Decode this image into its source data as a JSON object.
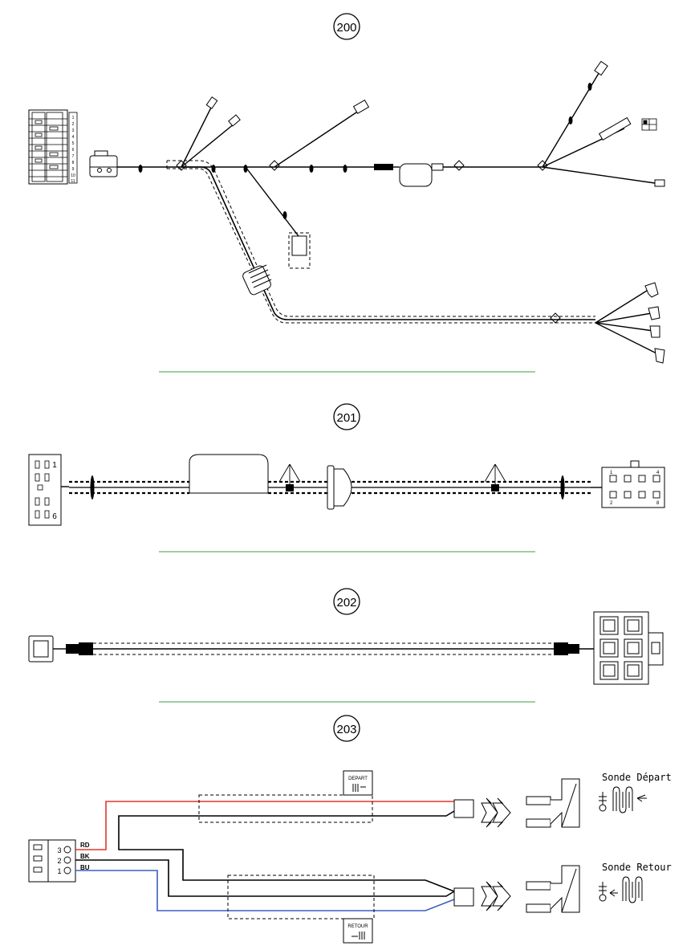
{
  "sections": [
    {
      "number": "200"
    },
    {
      "number": "201"
    },
    {
      "number": "202"
    },
    {
      "number": "203"
    }
  ],
  "connector_200": {
    "pins": [
      "1",
      "2",
      "3",
      "4",
      "5",
      "6",
      "7",
      "8",
      "9",
      "10",
      "11"
    ]
  },
  "connector_201_left": {
    "pin_top": "1",
    "pin_bottom": "6"
  },
  "connector_201_right": {
    "pin_tl": "1",
    "pin_tr": "4",
    "pin_bl": "2",
    "pin_br": "8"
  },
  "diagram_203": {
    "pins": [
      {
        "num": "3",
        "wire": "RD"
      },
      {
        "num": "2",
        "wire": "BK"
      },
      {
        "num": "1",
        "wire": "BU"
      }
    ],
    "depart_tag": "DEPART",
    "retour_tag": "RETOUR",
    "sonde_depart": "Sonde Départ",
    "sonde_retour": "Sonde Retour"
  },
  "colors": {
    "separator": "#7fbf7f",
    "wire_red": "#e0392b",
    "wire_blue": "#3b5fc0",
    "wire_black": "#000000"
  }
}
